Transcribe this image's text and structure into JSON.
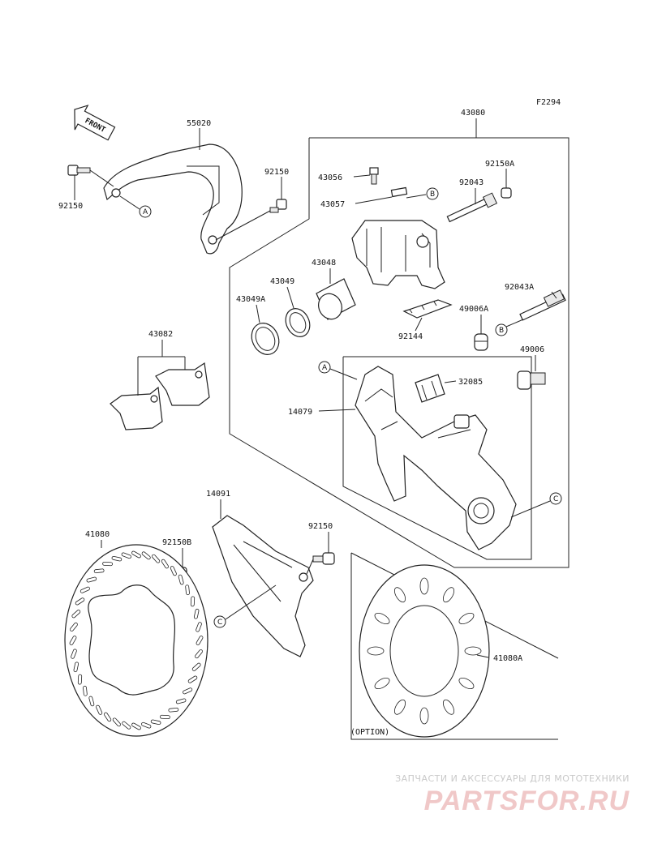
{
  "diagram": {
    "code": "F2294",
    "front_label": "FRONT",
    "option_label": "(OPTION)",
    "parts": {
      "p55020": "55020",
      "p92150_l": "92150",
      "p92150_m": "92150",
      "p43080": "43080",
      "p43056": "43056",
      "p43057": "43057",
      "p92150A": "92150A",
      "p92043": "92043",
      "p43048": "43048",
      "p43049": "43049",
      "p43049A": "43049A",
      "p92043A": "92043A",
      "p49006A": "49006A",
      "p92144": "92144",
      "p43082": "43082",
      "p49006": "49006",
      "p32085": "32085",
      "p14079": "14079",
      "p14091": "14091",
      "p41080": "41080",
      "p92150B": "92150B",
      "p92150_b": "92150",
      "p41080A": "41080A"
    },
    "callouts": {
      "A": "A",
      "B": "B",
      "C": "C"
    }
  },
  "watermark": {
    "tagline": "ЗАПЧАСТИ И АКСЕССУАРЫ ДЛЯ МОТОТЕХНИКИ",
    "logo": "PARTSFOR.RU"
  }
}
